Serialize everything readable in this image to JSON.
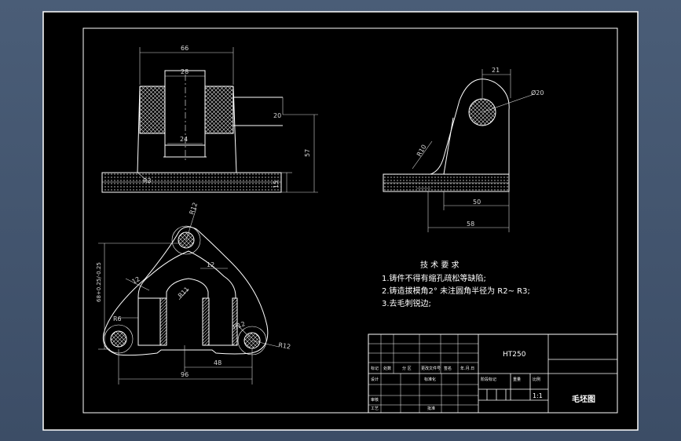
{
  "colors": {
    "background": "#000000",
    "line": "#ffffff",
    "dimension": "#d8d8d8",
    "hatch": "#e8e8e8",
    "window": "#4a5d77"
  },
  "front_view": {
    "dim_width": "66",
    "dim_inner": "28",
    "dim_slot": "24",
    "dim_bore": "20",
    "dim_height": "57",
    "dim_base": "15",
    "dim_fillet": "R3"
  },
  "side_view": {
    "dim_top": "21",
    "dim_hole": "Ø20",
    "dim_radius": "R10",
    "dim_web": "50",
    "dim_length": "58"
  },
  "plan_view": {
    "dim_top_radius": "R12",
    "dim_width_tol": "68+0.25/-0.25",
    "dim_left_wall": "12",
    "dim_right_wall": "12",
    "dim_center_r": "R11",
    "dim_left_r": "R6",
    "dim_right_r_inner": "R12",
    "dim_right_r_outer": "R12",
    "dim_span": "48",
    "dim_total": "96"
  },
  "tech_requirements": {
    "heading": "技 术 要 求",
    "items": [
      "1.铸件不得有缩孔疏松等缺陷;",
      "2.铸造拔模角2°  未注圆角半径为  R2~ R3;",
      "3.去毛刺锐边;"
    ]
  },
  "title_block": {
    "material": "HT250",
    "scale": "1:1",
    "drawing_name": "毛坯图",
    "label_mark": "标记",
    "label_count": "处数",
    "label_zone": "分 区",
    "label_change_doc": "更改文件号",
    "label_sign": "签名",
    "label_date": "年.月.日",
    "label_design": "设计",
    "label_standard": "标准化",
    "label_stage_mark": "阶段标记",
    "label_weight": "重量",
    "label_ratio": "比例",
    "label_review": "审核",
    "label_craft": "工艺",
    "label_approve": "批准"
  }
}
